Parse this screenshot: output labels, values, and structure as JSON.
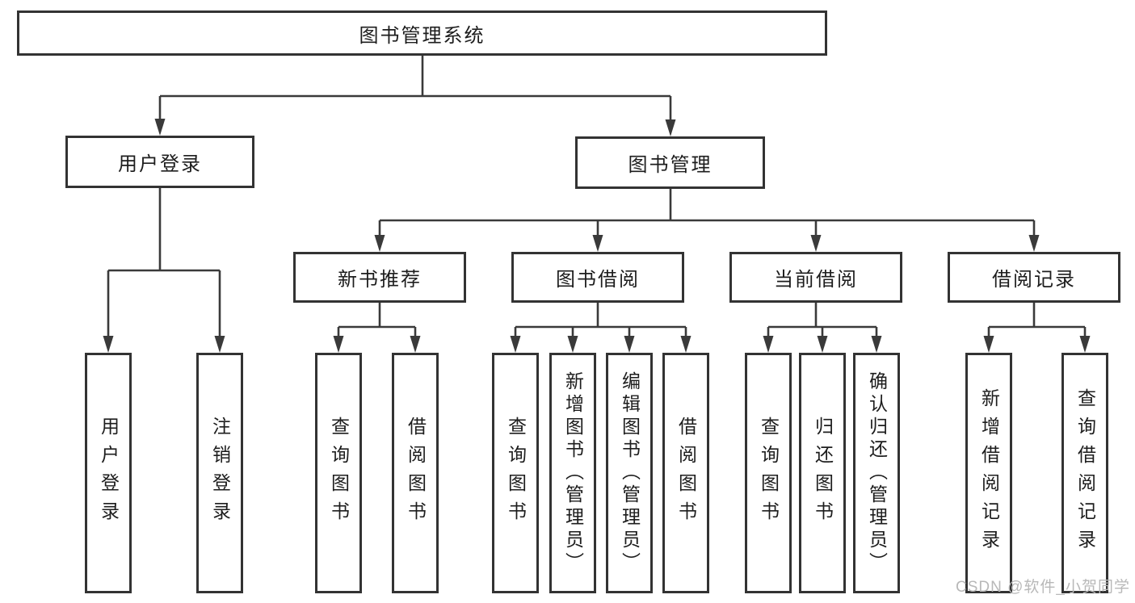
{
  "tree": {
    "label": "图书管理系统",
    "children": [
      {
        "label": "用户登录",
        "children": [
          {
            "label": "用户登录"
          },
          {
            "label": "注销登录"
          }
        ]
      },
      {
        "label": "图书管理",
        "children": [
          {
            "label": "新书推荐",
            "children": [
              {
                "label": "查询图书"
              },
              {
                "label": "借阅图书"
              }
            ]
          },
          {
            "label": "图书借阅",
            "children": [
              {
                "label": "查询图书"
              },
              {
                "label": "新增图书（管理员）"
              },
              {
                "label": "编辑图书（管理员）"
              },
              {
                "label": "借阅图书"
              }
            ]
          },
          {
            "label": "当前借阅",
            "children": [
              {
                "label": "查询图书"
              },
              {
                "label": "归还图书"
              },
              {
                "label": "确认归还（管理员）"
              }
            ]
          },
          {
            "label": "借阅记录",
            "children": [
              {
                "label": "新增借阅记录"
              },
              {
                "label": "查询借阅记录"
              }
            ]
          }
        ]
      }
    ]
  },
  "watermark": {
    "text": "CSDN @软件_小贺同学"
  },
  "colors": {
    "background": "#ffffff",
    "line": "#3a3a3a",
    "box_border": "#333333",
    "text": "#1d1d1d",
    "watermark": "#b8b8b8"
  }
}
